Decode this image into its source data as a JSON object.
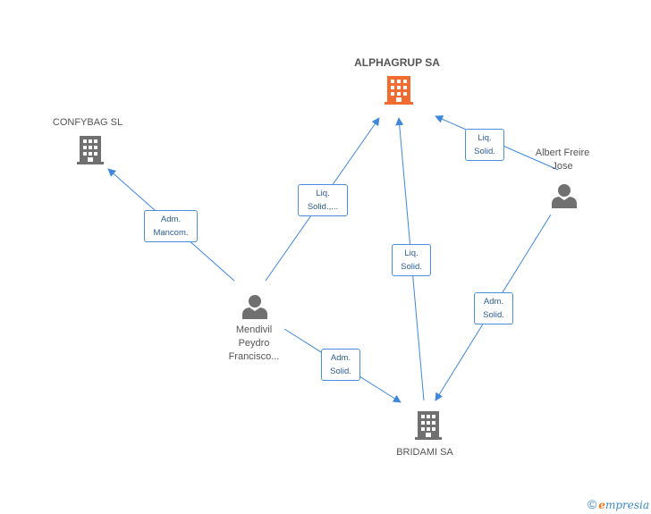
{
  "colors": {
    "edge": "#3f87dc",
    "company_gray": "#707070",
    "company_main": "#f26b2f",
    "person": "#707070"
  },
  "nodes": {
    "alphagrup": {
      "label": "ALPHAGRUP SA",
      "icon": "building-icon"
    },
    "confybag": {
      "label": "CONFYBAG SL",
      "icon": "building-icon"
    },
    "bridami": {
      "label": "BRIDAMI SA",
      "icon": "building-icon"
    },
    "albert": {
      "line1": "Albert Freire",
      "line2": "Jose",
      "icon": "person-icon"
    },
    "mendivil": {
      "line1": "Mendivil",
      "line2": "Peydro",
      "line3": "Francisco...",
      "icon": "person-icon"
    }
  },
  "edges": {
    "mendivil_confybag": {
      "line1": "Adm.",
      "line2": "Mancom."
    },
    "mendivil_alphagrup": {
      "line1": "Liq.",
      "line2": "Solid.,..."
    },
    "albert_alphagrup": {
      "line1": "Liq.",
      "line2": "Solid."
    },
    "bridami_alphagrup": {
      "line1": "Liq.",
      "line2": "Solid."
    },
    "albert_bridami": {
      "line1": "Adm.",
      "line2": "Solid."
    },
    "mendivil_bridami": {
      "line1": "Adm.",
      "line2": "Solid."
    }
  },
  "footer": {
    "copyright": "©",
    "brand_initial": "e",
    "brand_rest": "mpresia"
  }
}
